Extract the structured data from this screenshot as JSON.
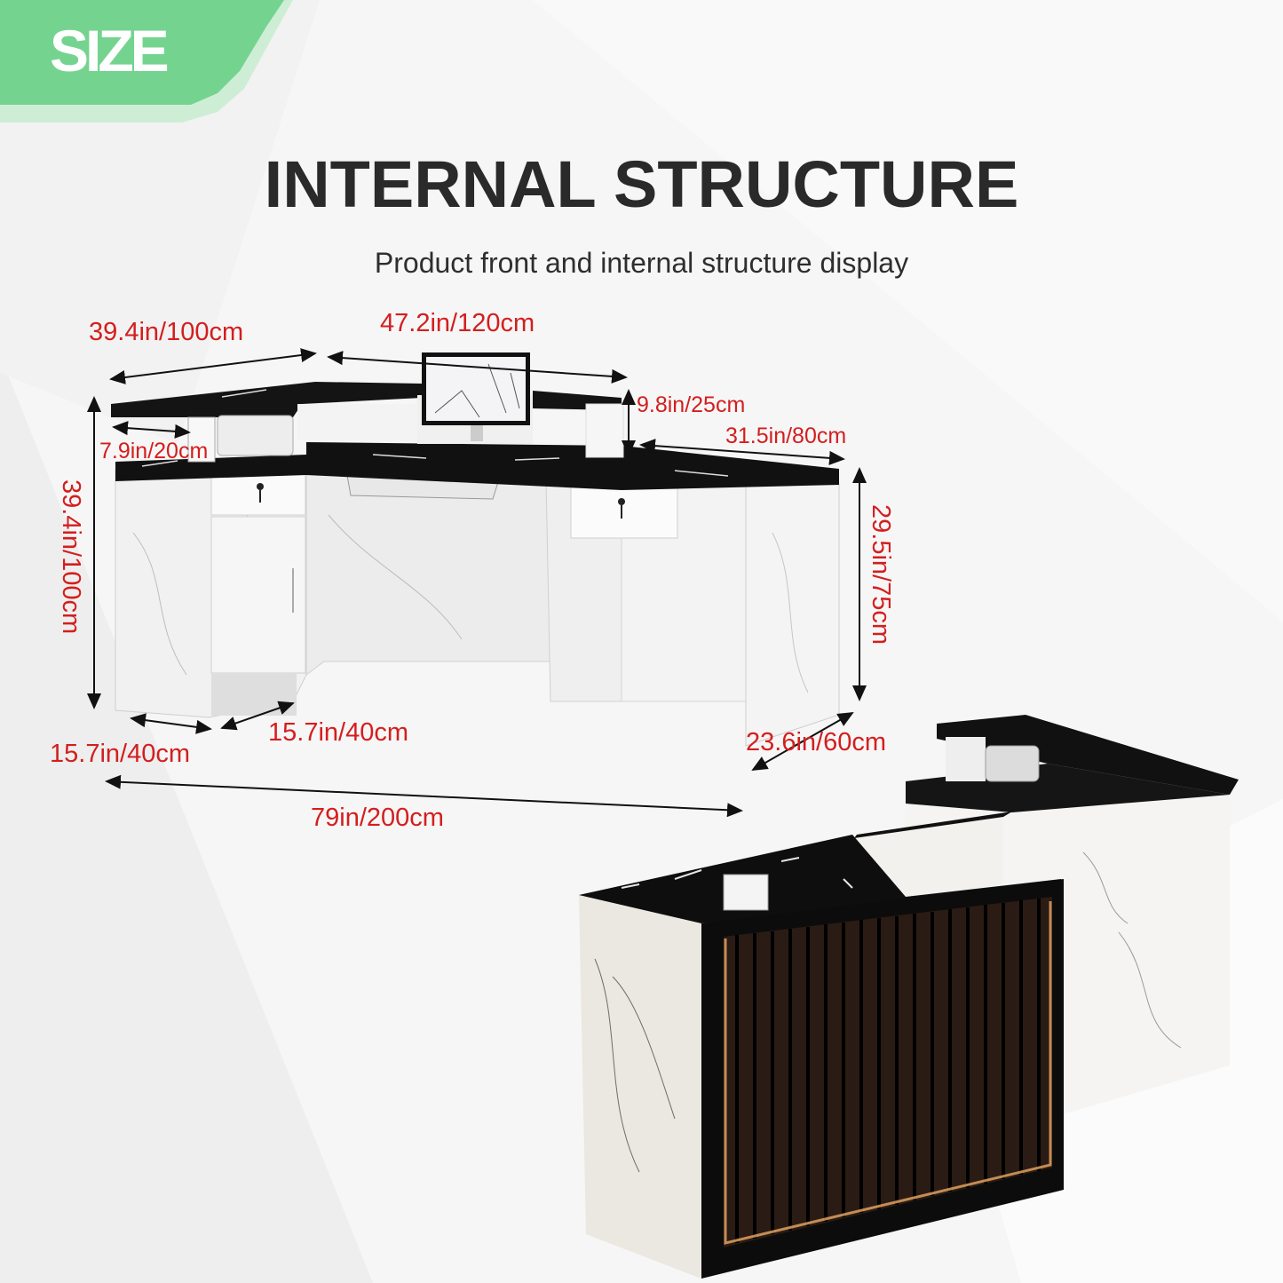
{
  "badge": {
    "label": "SIZE",
    "color": "#74d48f"
  },
  "header": {
    "title": "INTERNAL STRUCTURE",
    "subtitle": "Product front and internal structure display"
  },
  "dimensions": {
    "top_left_width": "39.4in/100cm",
    "top_center_width": "47.2in/120cm",
    "shelf_depth": "7.9in/20cm",
    "riser_height": "9.8in/25cm",
    "right_return_width": "31.5in/80cm",
    "total_height": "39.4in/100cm",
    "desk_height": "29.5in/75cm",
    "left_depth": "15.7in/40cm",
    "cabinet_depth": "15.7in/40cm",
    "right_depth": "23.6in/60cm",
    "total_width": "79in/200cm"
  },
  "colors": {
    "dimension_text": "#d41e1e",
    "title_text": "#2a2a2a",
    "countertop": "#111111",
    "marble": "#f2f2f2",
    "led_glow": "#e0a060"
  }
}
